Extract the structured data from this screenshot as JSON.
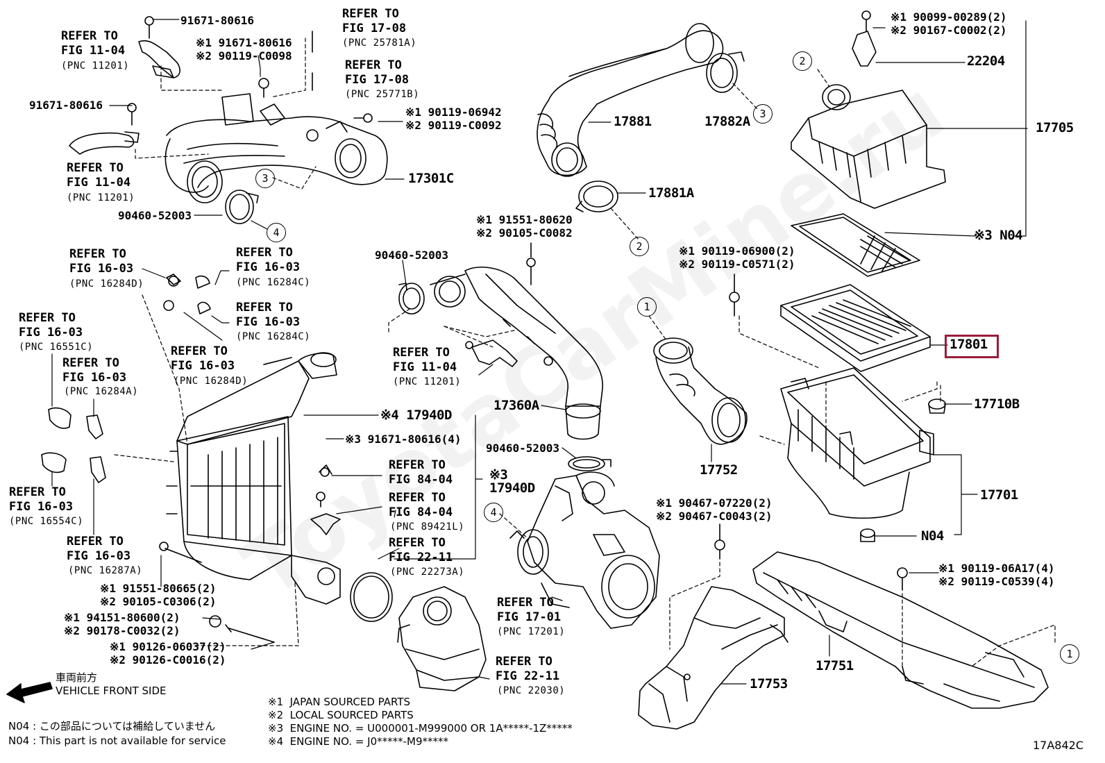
{
  "diagram": {
    "code": "17A842C",
    "watermark": "ToyotaCarMine.ru",
    "highlight_color": "#9b1b3a"
  },
  "labels": {
    "n91671_80616_top": "91671-80616",
    "n91671_80616_left": "91671-80616",
    "refer_11_04_a": "REFER TO\nFIG 11-04",
    "refer_11_04_a_pnc": "(PNC 11201)",
    "refer_17_08_a": "REFER TO\nFIG 17-08",
    "refer_17_08_a_pnc": "(PNC 25781A)",
    "refer_17_08_b": "REFER TO\nFIG 17-08",
    "refer_17_08_b_pnc": "(PNC 25771B)",
    "bolt_pair_a": "※1 91671-80616\n※2 90119-C0098",
    "bolt_pair_b": "※1 90119-06942\n※2 90119-C0092",
    "refer_11_04_b": "REFER TO\nFIG 11-04",
    "refer_11_04_b_pnc": "(PNC 11201)",
    "n17301c": "17301C",
    "n90460_52003_a": "90460-52003",
    "n17881": "17881",
    "n17882a": "17882A",
    "n17881a": "17881A",
    "n22204": "22204",
    "n17705": "17705",
    "bolt_top_right": "※1 90099-00289(2)\n※2 90167-C0002(2)",
    "n04_a": "※3 N04",
    "bolt_91551_80620": "※1 91551-80620\n※2 90105-C0082",
    "n90460_52003_b": "90460-52003",
    "bolt_90119_06900": "※1 90119-06900(2)\n※2 90119-C0571(2)",
    "n17801": "17801",
    "refer_16_03_a": "REFER TO\nFIG 16-03",
    "refer_16_03_a_pnc": "(PNC 16284D)",
    "refer_16_03_b": "REFER TO\nFIG 16-03",
    "refer_16_03_b_pnc": "(PNC 16284C)",
    "refer_16_03_c": "REFER TO\nFIG 16-03",
    "refer_16_03_c_pnc": "(PNC 16284C)",
    "refer_16_03_d": "REFER TO\nFIG 16-03",
    "refer_16_03_d_pnc": "(PNC 16284D)",
    "refer_16_03_e": "REFER TO\nFIG 16-03",
    "refer_16_03_e_pnc": "(PNC 16551C)",
    "refer_16_03_f": "REFER TO\nFIG 16-03",
    "refer_16_03_f_pnc": "(PNC 16284A)",
    "refer_11_04_c": "REFER TO\nFIG 11-04",
    "refer_11_04_c_pnc": "(PNC 11201)",
    "n17360a": "17360A",
    "n17710b": "17710B",
    "n17940d_a": "※4 17940D",
    "bolt_91671_80616_4": "※3 91671-80616(4)",
    "n90460_52003_c": "90460-52003",
    "n17752": "17752",
    "n17701": "17701",
    "refer_84_04_a": "REFER TO\nFIG 84-04",
    "n17940d_b": "※3\n17940D",
    "refer_84_04_b": "REFER TO\nFIG 84-04",
    "refer_84_04_b_pnc": "(PNC 89421L)",
    "refer_22_11_a": "REFER TO\nFIG 22-11",
    "refer_22_11_a_pnc": "(PNC 22273A)",
    "refer_16_03_g": "REFER TO\nFIG 16-03",
    "refer_16_03_g_pnc": "(PNC 16554C)",
    "refer_16_03_h": "REFER TO\nFIG 16-03",
    "refer_16_03_h_pnc": "(PNC 16287A)",
    "bolt_90467": "※1 90467-07220(2)\n※2 90467-C0043(2)",
    "n04_b": "N04",
    "bolt_91551_80665": "※1 91551-80665(2)\n※2 90105-C0306(2)",
    "bolt_94151_80600": "※1 94151-80600(2)\n※2 90178-C0032(2)",
    "bolt_90126_06037": "※1 90126-06037(2)\n※2 90126-C0016(2)",
    "refer_17_01": "REFER TO\nFIG 17-01",
    "refer_17_01_pnc": "(PNC 17201)",
    "refer_22_11_b": "REFER TO\nFIG 22-11",
    "refer_22_11_b_pnc": "(PNC 22030)",
    "bolt_90119_06a17": "※1 90119-06A17(4)\n※2 90119-C0539(4)",
    "n17751": "17751",
    "n17753": "17753"
  },
  "callouts": {
    "c1": "1",
    "c2": "2",
    "c3": "3",
    "c4": "4"
  },
  "notes": {
    "direction_jp": "車両前方",
    "direction_en": "VEHICLE FRONT SIDE",
    "n04_jp": "N04 : この部品については補給していません",
    "n04_en": "N04 : This part is not available for service",
    "legend_1": "※1  JAPAN SOURCED PARTS",
    "legend_2": "※2  LOCAL SOURCED PARTS",
    "legend_3": "※3  ENGINE NO. = U000001-M999000 OR 1A*****-1Z*****",
    "legend_4": "※4  ENGINE NO. = J0*****-M9*****"
  }
}
